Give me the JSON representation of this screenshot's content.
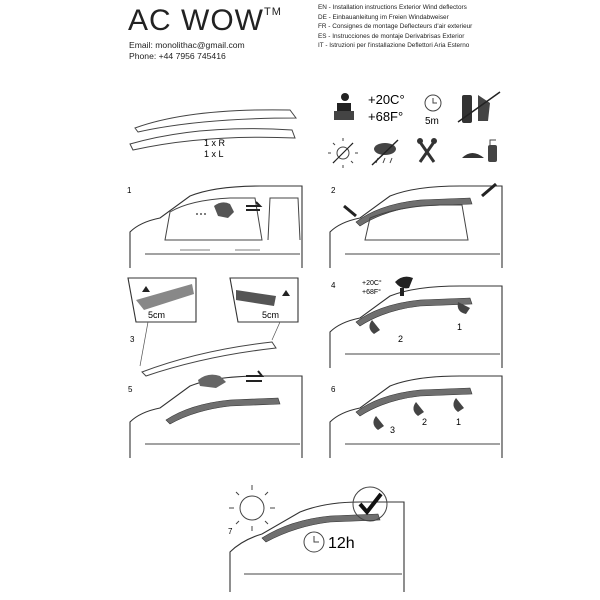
{
  "header": {
    "brand": "AC WOW",
    "trademark": "TM",
    "email": "Email: monolithac@gmail.com",
    "phone": "Phone: +44 7956 745416"
  },
  "languages": [
    "EN - Installation instructions Exterior Wind deflectors",
    "DE - Einbauanleitung im Freien Windabweiser",
    "FR - Consignes de montage Deflecteurs d'air exterieur",
    "ES - Instrucciones de montaje Derivabrisas Exterior",
    "IT - Istruzioni per l'installazione Deflettori Aria Esterno"
  ],
  "parts": {
    "right": "1 x R",
    "left": "1 x L"
  },
  "conditions": {
    "celsius": "+20C°",
    "fahrenheit": "+68F°",
    "time": "5m"
  },
  "steps": {
    "s1": "1",
    "s2": "2",
    "s3": "3",
    "s4": "4",
    "s5": "5",
    "s6": "6",
    "s7": "7",
    "dist_left": "5cm",
    "dist_right": "5cm",
    "temp4_c": "+20C°",
    "temp4_f": "+68F°",
    "order_a": "1",
    "order_b": "2",
    "order6_1": "1",
    "order6_2": "2",
    "order6_3": "3",
    "wait": "12h"
  },
  "icons": [
    "person-wiping-icon",
    "clock-icon",
    "no-chemicals-icon",
    "sun-icon",
    "no-rain-icon",
    "tools-icon",
    "cleaning-spray-icon",
    "hair-dryer-icon",
    "checkmark-icon"
  ]
}
